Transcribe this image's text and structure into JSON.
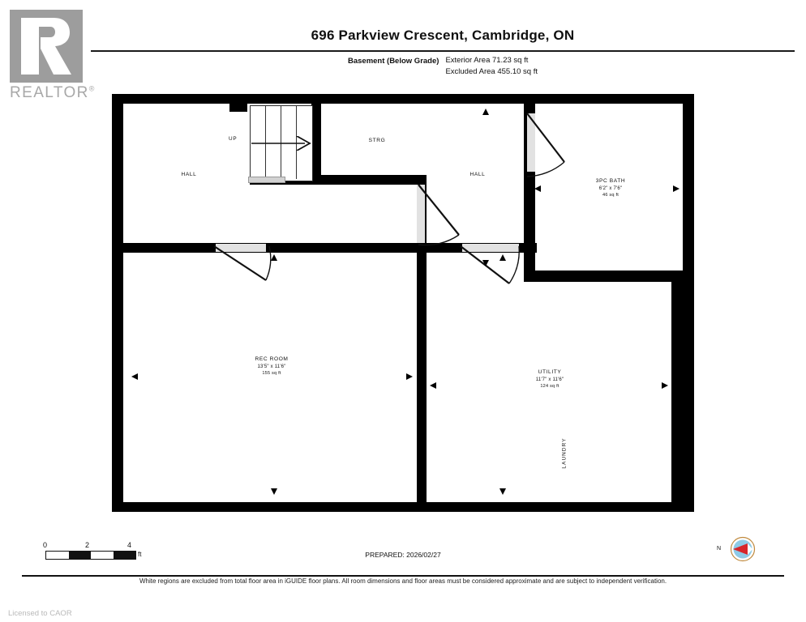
{
  "logo": {
    "brand": "REALTOR",
    "registered_mark": "®",
    "letter": "R"
  },
  "header": {
    "title": "696 Parkview Crescent, Cambridge, ON",
    "level_label": "Basement (Below Grade)",
    "exterior_area": "Exterior Area 71.23 sq ft",
    "excluded_area": "Excluded Area 455.10 sq ft"
  },
  "floorplan": {
    "stairs_label": "UP",
    "rooms": [
      {
        "name": "HALL",
        "dim": "",
        "sqft": ""
      },
      {
        "name": "STRG",
        "dim": "",
        "sqft": ""
      },
      {
        "name": "HALL",
        "dim": "",
        "sqft": ""
      },
      {
        "name": "3PC BATH",
        "dim": "6'2\" x 7'6\"",
        "sqft": "46 sq ft"
      },
      {
        "name": "REC ROOM",
        "dim": "13'5\" x 11'6\"",
        "sqft": "155 sq ft"
      },
      {
        "name": "UTILITY",
        "dim": "11'7\" x 11'6\"",
        "sqft": "124 sq ft"
      },
      {
        "name": "LAUNDRY",
        "dim": "",
        "sqft": ""
      }
    ]
  },
  "scale": {
    "ticks": [
      "0",
      "2",
      "4"
    ],
    "unit": "ft"
  },
  "footer": {
    "prepared": "PREPARED: 2026/02/27",
    "disclaimer": "White regions are excluded from total floor area in iGUIDE floor plans. All room dimensions and floor areas must be considered approximate and are subject to independent verification.",
    "licensed": "Licensed to CAOR",
    "compass_label": "N"
  },
  "colors": {
    "wall": "#000000",
    "logo_gray": "#9d9d9d",
    "door_gap": "#e2e2e2",
    "compass_blue": "#8ecae6",
    "compass_red": "#d7262b",
    "compass_ring": "#c08a3e"
  }
}
